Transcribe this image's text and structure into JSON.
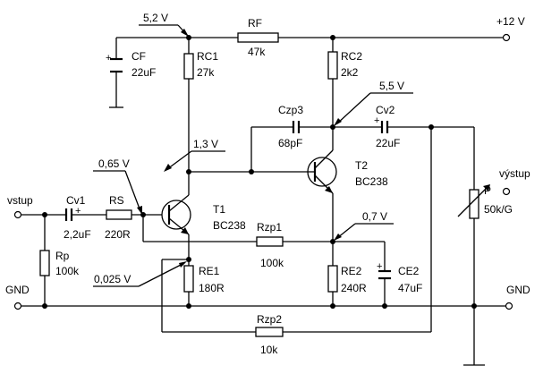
{
  "supply": {
    "label": "+12 V"
  },
  "voltages": {
    "top_node": "5,2 V",
    "t2_collector": "5,5 V",
    "t1_collector": "1,3 V",
    "t1_base": "0,65 V",
    "t2_emitter": "0,7 V",
    "t1_emitter": "0,025 V"
  },
  "ports": {
    "input": "vstup",
    "output": "výstup",
    "gnd_left": "GND",
    "gnd_right": "GND"
  },
  "components": {
    "RF": {
      "name": "RF",
      "value": "47k"
    },
    "CF": {
      "name": "CF",
      "value": "22uF"
    },
    "RC1": {
      "name": "RC1",
      "value": "27k"
    },
    "RC2": {
      "name": "RC2",
      "value": "2k2"
    },
    "Czp3": {
      "name": "Czp3",
      "value": "68pF"
    },
    "Cv2": {
      "name": "Cv2",
      "value": "22uF"
    },
    "T2": {
      "name": "T2",
      "value": "BC238"
    },
    "T1": {
      "name": "T1",
      "value": "BC238"
    },
    "P": {
      "name": "P",
      "value": "50k/G"
    },
    "Cv1": {
      "name": "Cv1",
      "value": "2,2uF"
    },
    "RS": {
      "name": "RS",
      "value": "220R"
    },
    "Rp": {
      "name": "Rp",
      "value": "100k"
    },
    "Rzp1": {
      "name": "Rzp1",
      "value": "100k"
    },
    "RE1": {
      "name": "RE1",
      "value": "180R"
    },
    "RE2": {
      "name": "RE2",
      "value": "240R"
    },
    "CE2": {
      "name": "CE2",
      "value": "47uF"
    },
    "Rzp2": {
      "name": "Rzp2",
      "value": "10k"
    }
  }
}
